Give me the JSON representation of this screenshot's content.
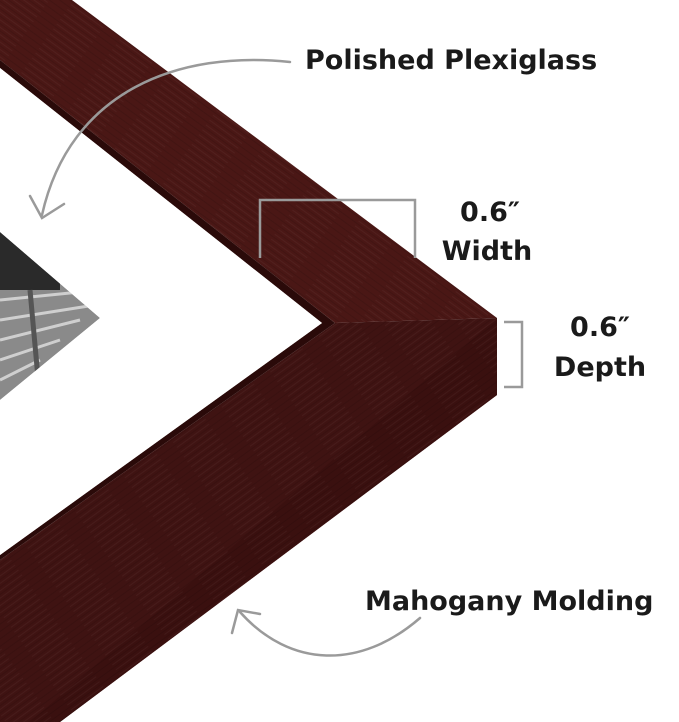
{
  "labels": {
    "plexiglass": "Polished Plexiglass",
    "width_value": "0.6″",
    "width_name": "Width",
    "depth_value": "0.6″",
    "depth_name": "Depth",
    "molding": "Mahogany Molding"
  },
  "colors": {
    "frame_top_face": "#4a1715",
    "frame_side_face": "#3a100f",
    "frame_inner_bevel": "#2a0a09",
    "mat": "#ffffff",
    "annotation_line": "#9a9a9a",
    "text": "#1a1a1a"
  }
}
